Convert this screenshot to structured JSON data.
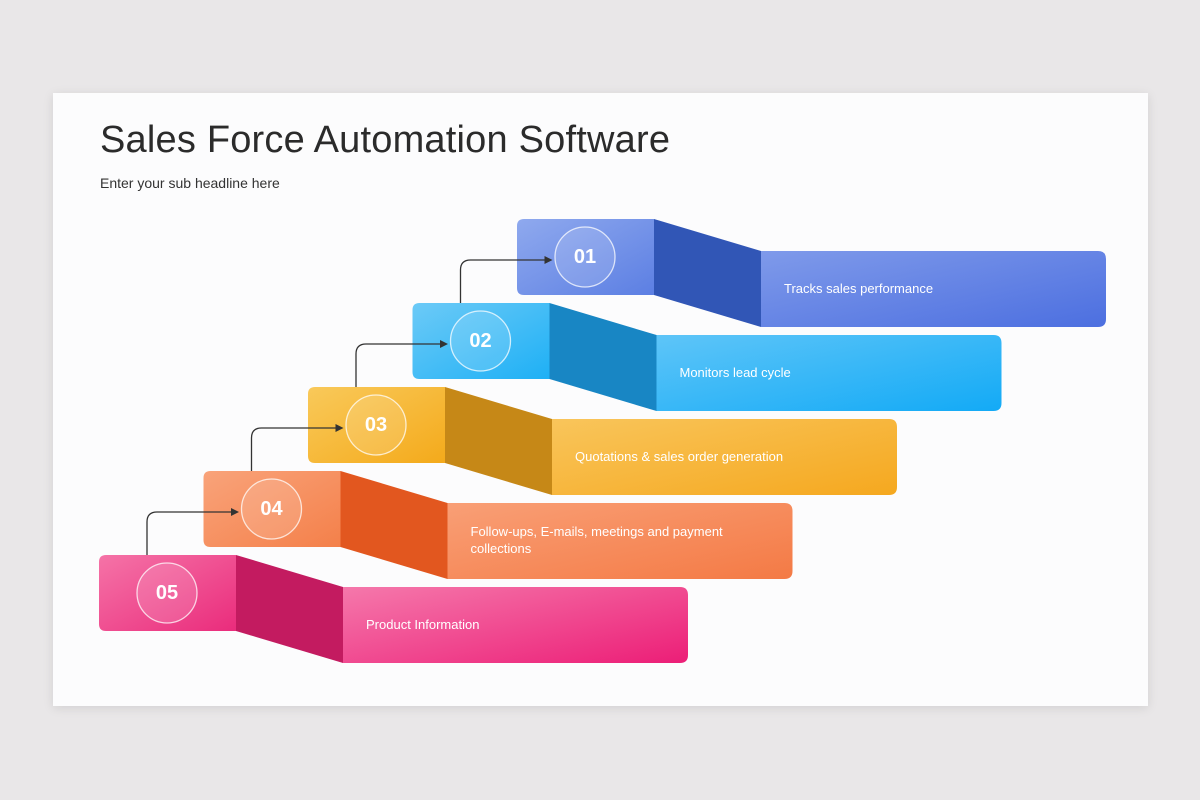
{
  "slide": {
    "title": "Sales Force Automation Software",
    "subtitle": "Enter your sub headline here"
  },
  "steps": [
    {
      "number": "01",
      "label": "Tracks sales performance",
      "colors": {
        "front_start": "#8fa9ee",
        "front_end": "#5c7fe3",
        "side": "#3156b6",
        "panel_start": "#7f9aea",
        "panel_end": "#4c6fe0"
      }
    },
    {
      "number": "02",
      "label": "Monitors lead cycle",
      "colors": {
        "front_start": "#6ccaf7",
        "front_end": "#1eb0f5",
        "side": "#1886c4",
        "panel_start": "#5ec5f8",
        "panel_end": "#13aaf6"
      }
    },
    {
      "number": "03",
      "label": "Quotations & sales order generation",
      "colors": {
        "front_start": "#f9c95a",
        "front_end": "#f4aa1b",
        "side": "#c68817",
        "panel_start": "#f9c55b",
        "panel_end": "#f5a81f"
      }
    },
    {
      "number": "04",
      "label": "Follow-ups, E-mails, meetings and payment collections",
      "colors": {
        "front_start": "#f9a37a",
        "front_end": "#f4804a",
        "side": "#e2571f",
        "panel_start": "#f99f76",
        "panel_end": "#f47a45"
      }
    },
    {
      "number": "05",
      "label": "Product Information",
      "colors": {
        "front_start": "#f573a7",
        "front_end": "#ea2c7c",
        "side": "#c31b60",
        "panel_start": "#f578ab",
        "panel_end": "#ec1e77"
      }
    }
  ],
  "connector_arrows": [
    "arrow-icon",
    "arrow-icon",
    "arrow-icon",
    "arrow-icon"
  ]
}
